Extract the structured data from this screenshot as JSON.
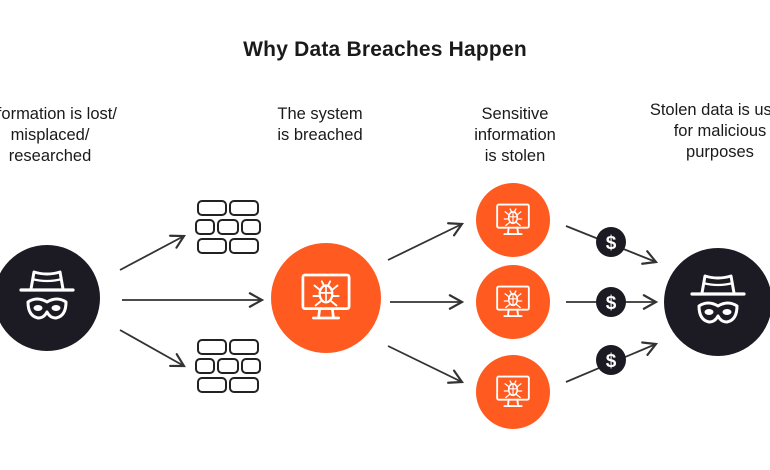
{
  "title": "Why Data Breaches Happen",
  "stages": [
    {
      "label": "Information is lost/\nmisplaced/\nresearched"
    },
    {
      "label": "The system\nis breached"
    },
    {
      "label": "Sensitive\ninformation\nis stolen"
    },
    {
      "label": "Stolen data is used\nfor malicious\npurposes"
    }
  ],
  "icons": {
    "hacker": "hacker-icon",
    "firewall": "brick-wall-icon",
    "bug": "bug-monitor-icon",
    "money": "dollar-coin-icon"
  },
  "colors": {
    "accent": "#FF5A1F",
    "dark": "#1C1A22",
    "line": "#333333"
  }
}
